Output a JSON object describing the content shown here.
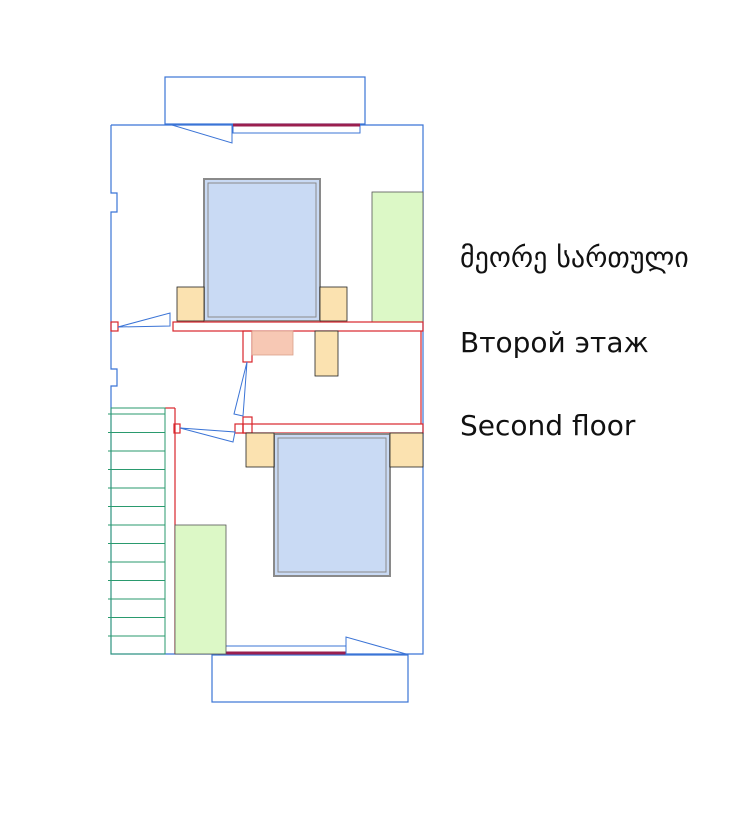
{
  "labels": {
    "georgian": "მეორე სართული",
    "russian": "Второй этаж",
    "english": "Second floor"
  },
  "colors": {
    "wall": "#3b74d6",
    "partition": "#d9262c",
    "window": "#9a1f4f",
    "bed": "#c9daf4",
    "bed_frame": "#8a8a8a",
    "nightstand": "#fbe2b0",
    "wardrobe": "#dcf8c6",
    "stairs": "#2a9a6e",
    "rug": "#f7c8b4"
  }
}
